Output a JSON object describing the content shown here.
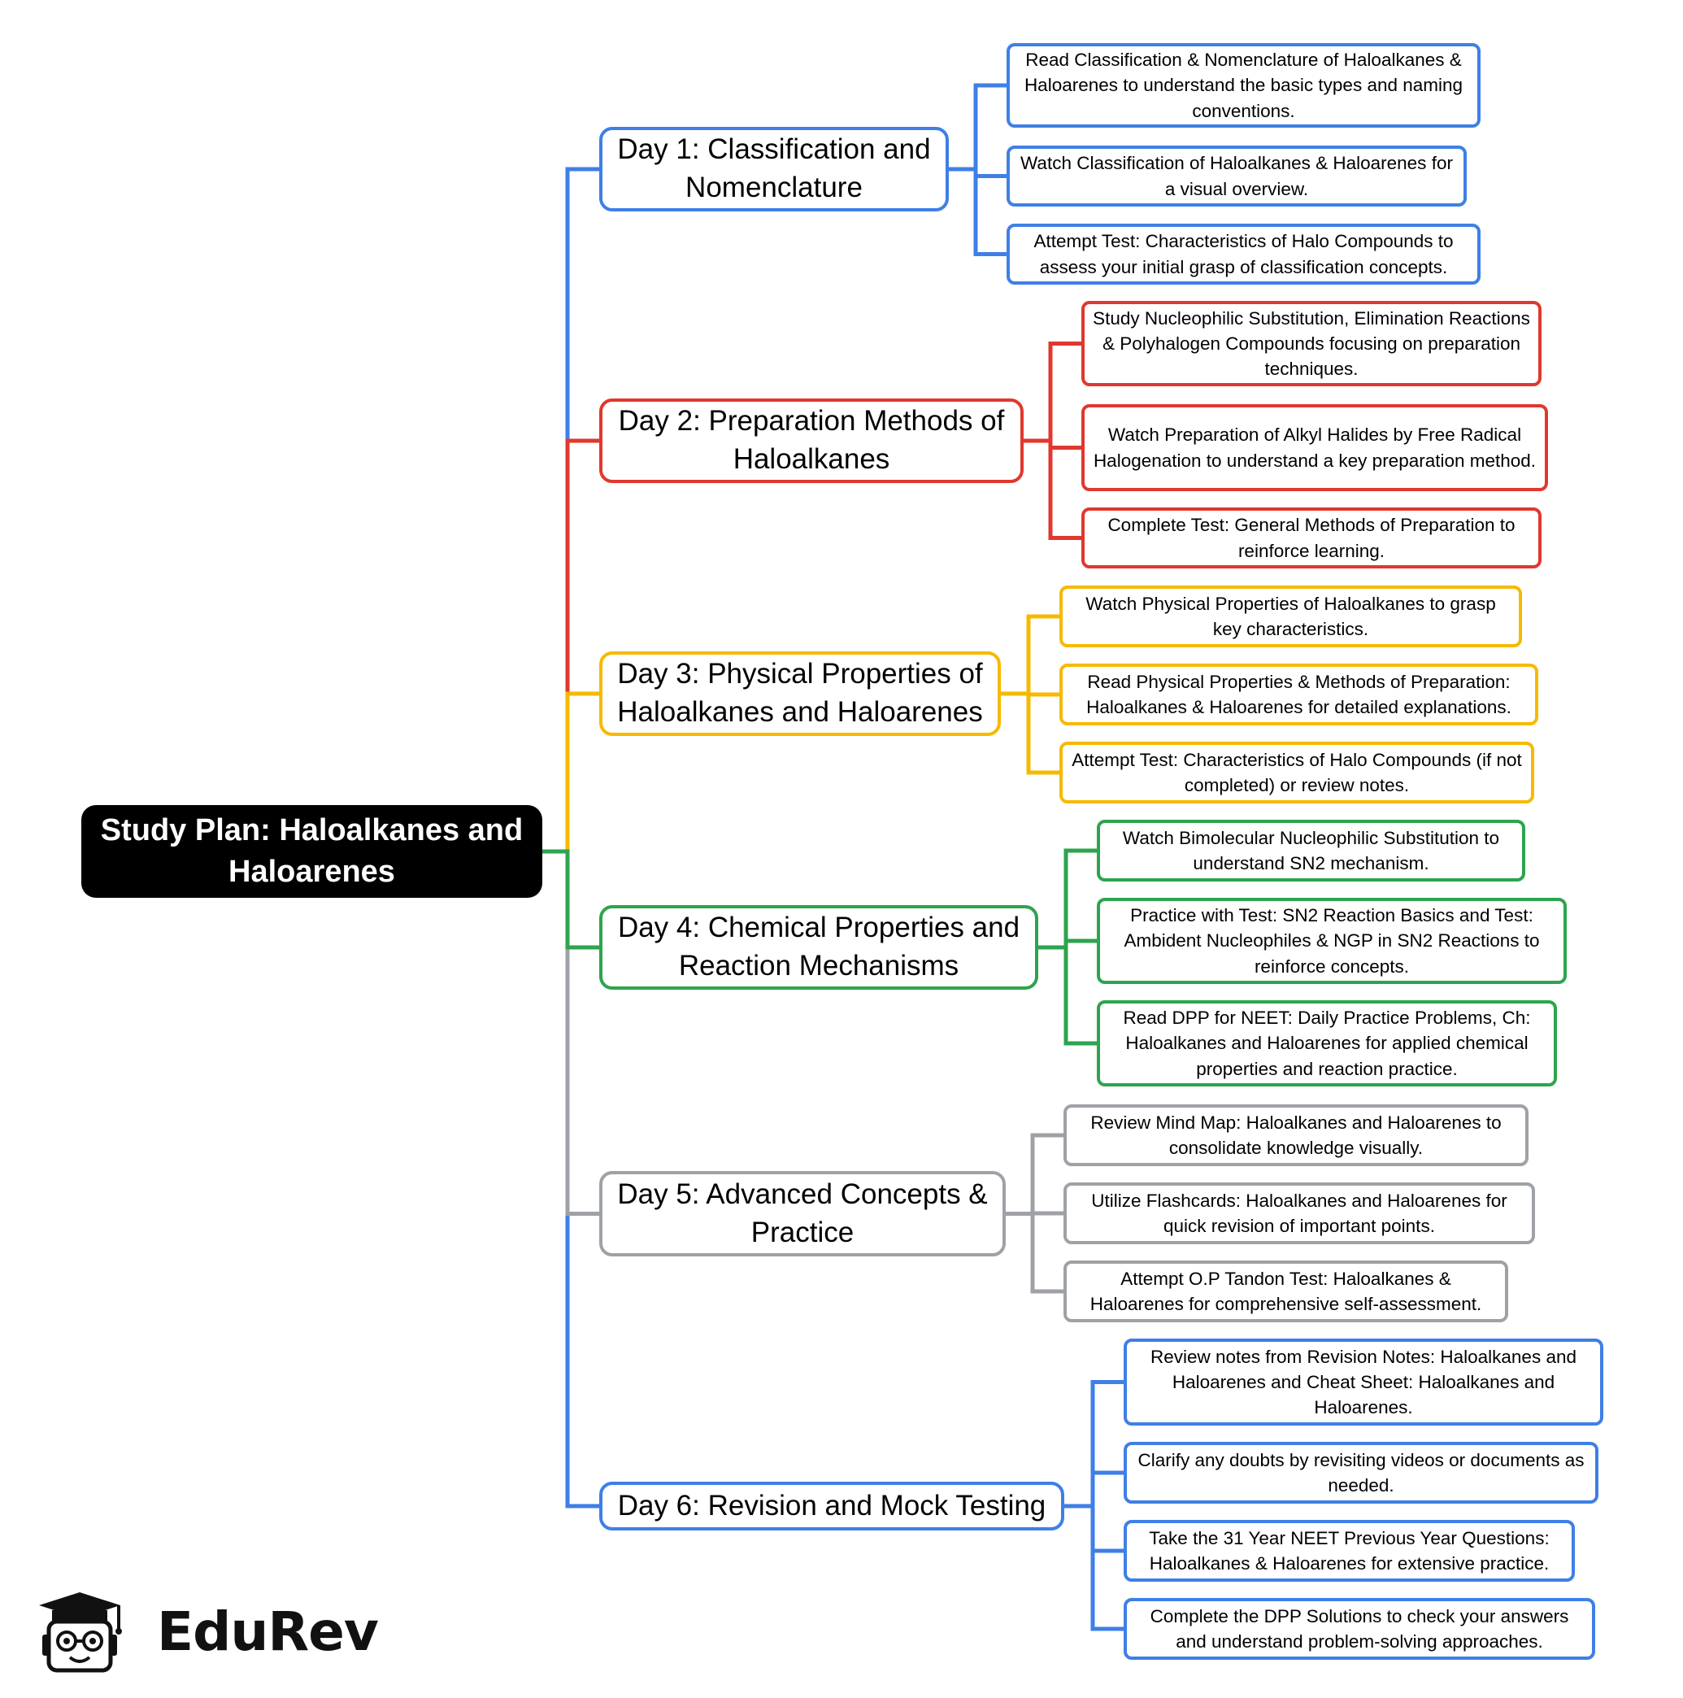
{
  "root": {
    "title": "Study Plan: Haloalkanes and Haloarenes"
  },
  "colors": {
    "day1": "#3f7fe6",
    "day2": "#e0382f",
    "day3": "#f7b900",
    "day4": "#2da44e",
    "day5": "#9ea1a6",
    "day6": "#3f7fe6"
  },
  "days": [
    {
      "label": "Day 1: Classification and Nomenclature",
      "tasks": [
        "Read Classification & Nomenclature of Haloalkanes & Haloarenes to understand the basic types and naming conventions.",
        "Watch Classification of Haloalkanes & Haloarenes for a visual overview.",
        "Attempt Test: Characteristics of Halo Compounds to assess your initial grasp of classification concepts."
      ]
    },
    {
      "label": "Day 2: Preparation Methods of Haloalkanes",
      "tasks": [
        "Study Nucleophilic Substitution, Elimination Reactions & Polyhalogen Compounds focusing on preparation techniques.",
        "Watch Preparation of Alkyl Halides by Free Radical Halogenation to understand a key preparation method.",
        "Complete Test: General Methods of Preparation to reinforce learning."
      ]
    },
    {
      "label": "Day 3: Physical Properties of Haloalkanes and Haloarenes",
      "tasks": [
        "Watch Physical Properties of Haloalkanes to grasp key characteristics.",
        "Read Physical Properties & Methods of Preparation: Haloalkanes & Haloarenes for detailed explanations.",
        "Attempt Test: Characteristics of Halo Compounds (if not completed) or review notes."
      ]
    },
    {
      "label": "Day 4: Chemical Properties and Reaction Mechanisms",
      "tasks": [
        "Watch Bimolecular Nucleophilic Substitution to understand SN2 mechanism.",
        "Practice with Test: SN2 Reaction Basics and Test: Ambident Nucleophiles & NGP in SN2 Reactions to reinforce concepts.",
        "Read DPP for NEET: Daily Practice Problems, Ch: Haloalkanes and Haloarenes for applied chemical properties and reaction practice."
      ]
    },
    {
      "label": "Day 5: Advanced Concepts & Practice",
      "tasks": [
        "Review Mind Map: Haloalkanes and Haloarenes to consolidate knowledge visually.",
        "Utilize Flashcards: Haloalkanes and Haloarenes for quick revision of important points.",
        "Attempt O.P Tandon Test: Haloalkanes & Haloarenes for comprehensive self-assessment."
      ]
    },
    {
      "label": "Day 6: Revision and Mock Testing",
      "tasks": [
        "Review notes from Revision Notes: Haloalkanes and Haloarenes and Cheat Sheet: Haloalkanes and Haloarenes.",
        "Clarify any doubts by revisiting videos or documents as needed.",
        "Take the 31 Year NEET Previous Year Questions: Haloalkanes & Haloarenes for extensive practice.",
        "Complete the DPP Solutions to check your answers and understand problem-solving approaches."
      ]
    }
  ],
  "logo": {
    "text": "EduRev",
    "icon": "graduation-cap-mascot-icon"
  }
}
